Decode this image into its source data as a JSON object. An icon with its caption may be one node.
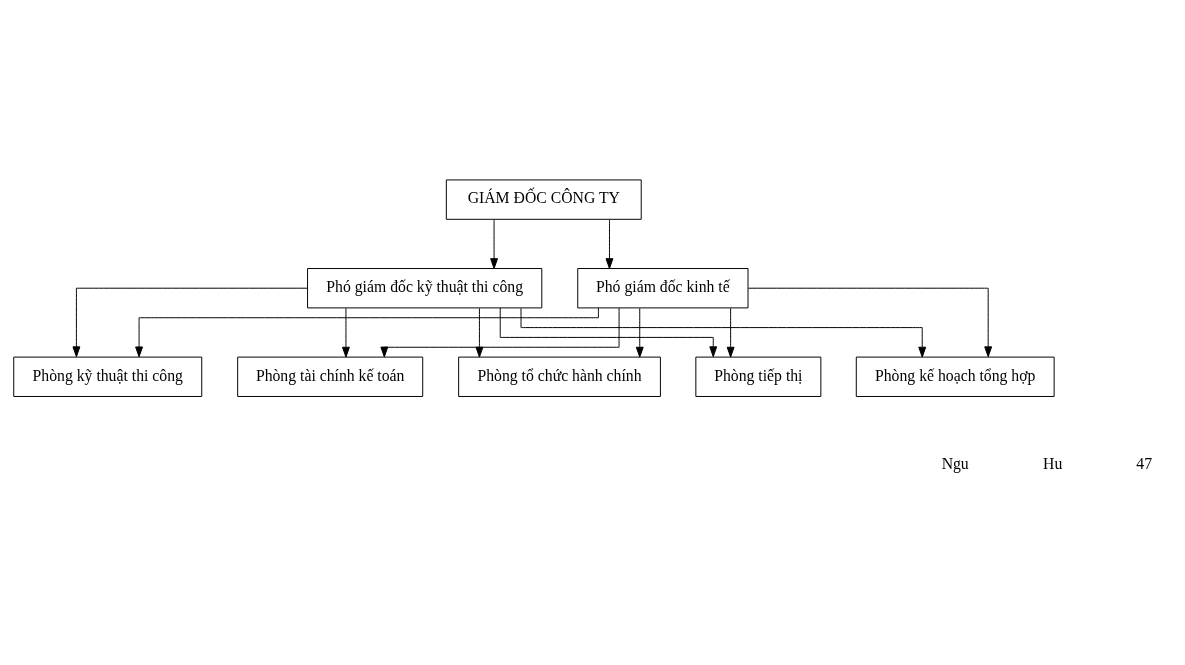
{
  "diagram": {
    "nodes": [
      {
        "text": [
          "GIÁM ĐỐC CÔNG TY"
        ]
      },
      {
        "text": [
          "Phó giám đốc kỹ thuật thi công"
        ]
      },
      {
        "text": [
          "Phó giám đốc kinh tế"
        ]
      },
      {
        "text": [
          "Phòng kế hoạch tổng hợp"
        ]
      },
      {
        "text": [
          "Phòng kỹ thuật thi công"
        ]
      },
      {
        "text": [
          "Phòng tài chính kế toán"
        ]
      },
      {
        "text": [
          "Phòng tổ chức hành chính"
        ]
      },
      {
        "text": [
          "Phòng tiếp thị"
        ]
      }
    ],
    "edges": [
      {
        "from": 0,
        "to": 1,
        "arrow": "to"
      },
      {
        "from": 0,
        "to": 2,
        "arrow": "to"
      },
      {
        "from": 1,
        "to": 3,
        "arrow": "to"
      },
      {
        "from": 1,
        "to": 4,
        "arrow": "to"
      },
      {
        "from": 1,
        "to": 5,
        "arrow": "to"
      },
      {
        "from": 1,
        "to": 6,
        "arrow": "to"
      },
      {
        "from": 1,
        "to": 7,
        "arrow": "to"
      },
      {
        "from": 2,
        "to": 3,
        "arrow": "to"
      },
      {
        "from": 2,
        "to": 4,
        "arrow": "to"
      },
      {
        "from": 2,
        "to": 5,
        "arrow": "to"
      },
      {
        "from": 2,
        "to": 6,
        "arrow": "to"
      },
      {
        "from": 2,
        "to": 7,
        "arrow": "to"
      }
    ],
    "labels": [
      "Ngu",
      "Hu",
      "47"
    ]
  }
}
